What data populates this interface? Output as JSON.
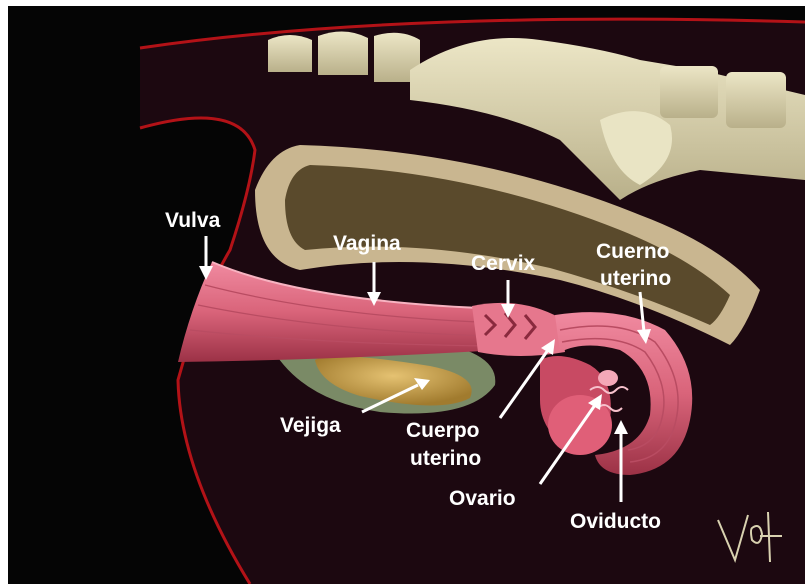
{
  "labels": {
    "vulva": "Vulva",
    "vagina": "Vagina",
    "cervix": "Cervix",
    "cuerno_line1": "Cuerno",
    "cuerno_line2": "uterino",
    "vejiga": "Vejiga",
    "cuerpo_line1": "Cuerpo",
    "cuerpo_line2": "uterino",
    "ovario": "Ovario",
    "oviducto": "Oviducto"
  },
  "colors": {
    "background": "#1c0810",
    "outline": "#b31217",
    "bone": "#d9d2b0",
    "rectum": "#bba77f",
    "rectum_inner": "#5a4a2c",
    "tract": "#d9647a",
    "tract_dark": "#9c3246",
    "bladder": "#c9a24c",
    "bladder_wall": "#7a8a66"
  }
}
